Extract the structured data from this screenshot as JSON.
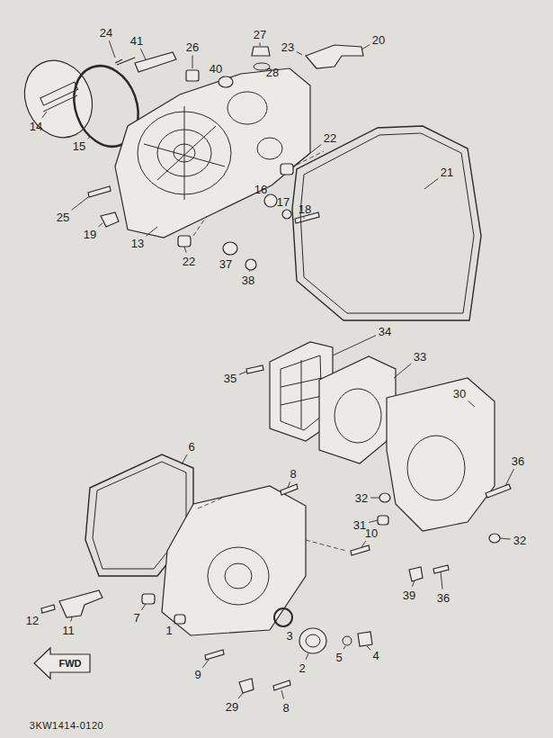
{
  "diagram": {
    "labels": [
      "24",
      "41",
      "26",
      "27",
      "23",
      "20",
      "28",
      "40",
      "14",
      "15",
      "22",
      "21",
      "16",
      "17",
      "18",
      "25",
      "19",
      "13",
      "22",
      "37",
      "38",
      "34",
      "33",
      "30",
      "35",
      "36",
      "6",
      "8",
      "32",
      "31",
      "32",
      "10",
      "39",
      "36",
      "12",
      "11",
      "7",
      "1",
      "3",
      "5",
      "4",
      "2",
      "9",
      "29",
      "8",
      "FWD",
      "3KW1414-0120"
    ]
  }
}
